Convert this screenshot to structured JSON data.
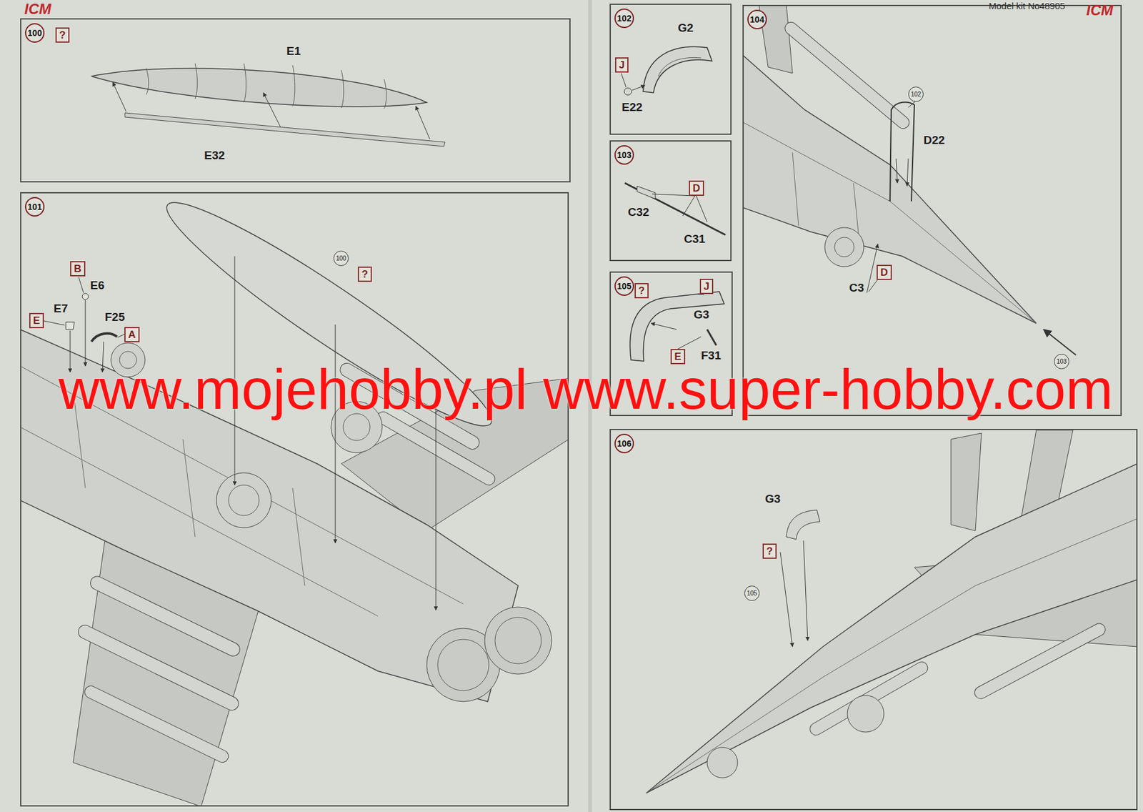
{
  "diagram": {
    "nodes": [
      {
        "text": [
          "100"
        ]
      },
      {
        "text": [
          "?"
        ],
        "in": 0
      },
      {
        "text": [
          "101"
        ]
      },
      {
        "text": [
          "B"
        ],
        "in": 2
      },
      {
        "text": [
          "E"
        ],
        "in": 2
      },
      {
        "text": [
          "A"
        ],
        "in": 2
      },
      {
        "text": [
          "?"
        ],
        "in": 2
      },
      {
        "text": [
          "100"
        ],
        "in": 2
      },
      {
        "text": [
          "102"
        ]
      },
      {
        "text": [
          "J"
        ],
        "in": 8
      },
      {
        "text": [
          "103"
        ]
      },
      {
        "text": [
          "D"
        ],
        "in": 10
      },
      {
        "text": [
          "105"
        ]
      },
      {
        "text": [
          "?"
        ],
        "in": 12
      },
      {
        "text": [
          "J"
        ],
        "in": 12
      },
      {
        "text": [
          "E"
        ],
        "in": 12
      },
      {
        "text": [
          "104"
        ]
      },
      {
        "text": [
          "102"
        ],
        "in": 16
      },
      {
        "text": [
          "D"
        ],
        "in": 16
      },
      {
        "text": [
          "103"
        ],
        "in": 16
      },
      {
        "text": [
          "106"
        ]
      },
      {
        "text": [
          "?"
        ],
        "in": 20
      },
      {
        "text": [
          "105"
        ],
        "in": 20
      }
    ],
    "labels": [
      "ICM",
      "Model kit No48905",
      "ICM",
      "E1",
      "E32",
      "E6",
      "E7",
      "F25",
      "G2",
      "E22",
      "C32",
      "C31",
      "G3",
      "F31",
      "D22",
      "C3",
      "G3",
      "www.mojehobby.pl www.super-hobby.com"
    ]
  }
}
